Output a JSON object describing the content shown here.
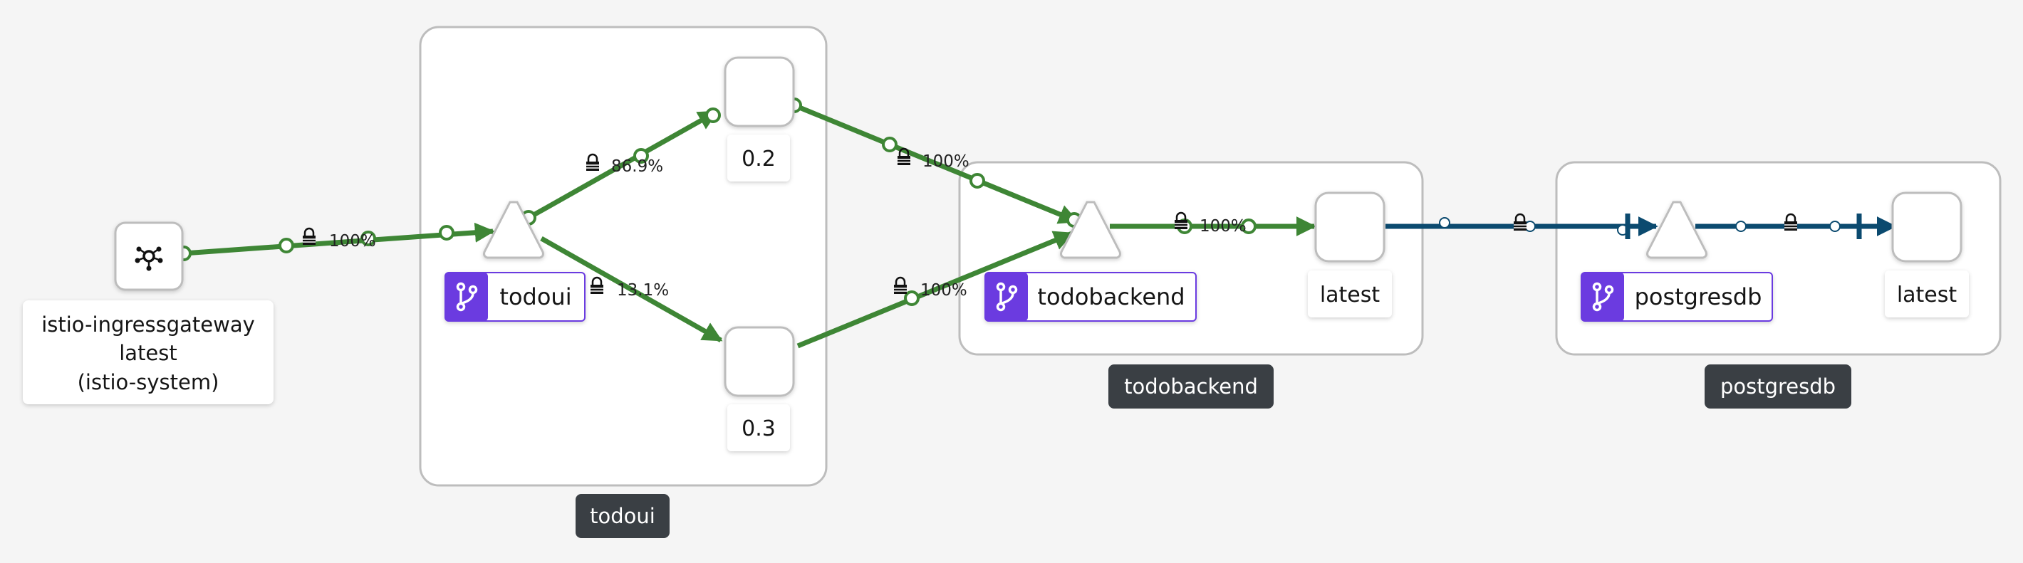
{
  "colors": {
    "background": "#f5f5f5",
    "edge_green": "#3e8635",
    "edge_blue": "#0b4a6f",
    "badge_purple": "#6b3be0",
    "label_dark": "#3a3f44",
    "box_border": "#bbbbbb"
  },
  "gateway": {
    "icon": "istio-gateway-icon",
    "label_line1": "istio-ingressgateway",
    "label_line2": "latest",
    "label_line3": "(istio-system)"
  },
  "groups": {
    "todoui": {
      "label": "todoui"
    },
    "todobackend": {
      "label": "todobackend"
    },
    "postgresdb": {
      "label": "postgresdb"
    }
  },
  "services": {
    "todoui": {
      "label": "todoui",
      "icon": "branch-icon"
    },
    "todobackend": {
      "label": "todobackend",
      "icon": "branch-icon"
    },
    "postgresdb": {
      "label": "postgresdb",
      "icon": "branch-icon"
    }
  },
  "workloads": {
    "todoui_v02": {
      "label": "0.2"
    },
    "todoui_v03": {
      "label": "0.3"
    },
    "todobackend_latest": {
      "label": "latest"
    },
    "postgresdb_latest": {
      "label": "latest"
    }
  },
  "edges": {
    "gateway_to_todoui": {
      "label": "100%",
      "mtls": true
    },
    "todoui_to_v02": {
      "label": "86.9%",
      "mtls": true
    },
    "todoui_to_v03": {
      "label": "13.1%",
      "mtls": true
    },
    "v02_to_todobackend": {
      "label": "100%",
      "mtls": true
    },
    "v03_to_todobackend": {
      "label": "100%",
      "mtls": true
    },
    "todobackend_to_latest": {
      "label": "100%",
      "mtls": true
    },
    "backend_latest_to_postgresdb": {
      "label": "",
      "mtls": true,
      "protocol": "tcp"
    },
    "postgresdb_to_latest": {
      "label": "",
      "mtls": true,
      "protocol": "tcp"
    }
  }
}
